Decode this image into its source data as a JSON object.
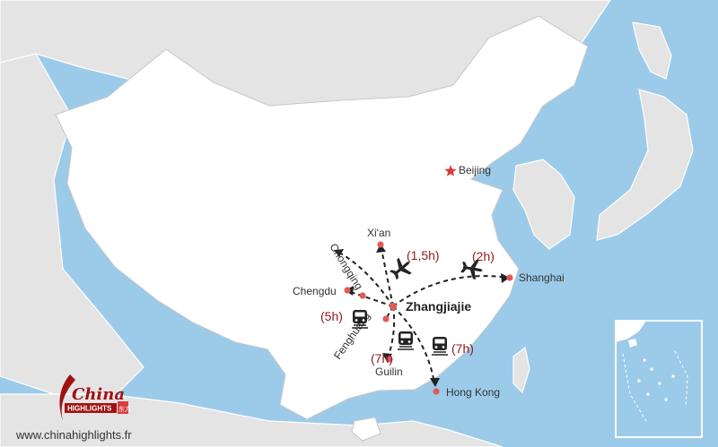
{
  "map": {
    "hub": {
      "name": "Zhangjiajie"
    },
    "capital": {
      "name": "Beijing"
    },
    "cities": {
      "xian": "Xi'an",
      "chongqing": "Chongqing",
      "chengdu": "Chengdu",
      "fenghuang": "Fenghuang",
      "guilin": "Guilin",
      "hongkong": "Hong Kong",
      "shanghai": "Shanghai"
    },
    "durations": {
      "xian_flight": "(1,5h)",
      "shanghai_flight": "(2h)",
      "chengdu_train": "(5h)",
      "guilin_train": "(7h)",
      "hongkong_train": "(7h)"
    },
    "transport_icons": [
      "airplane-icon",
      "train-icon"
    ],
    "colors": {
      "sea": "#9ccbe9",
      "china": "#ffffff",
      "neighbors": "#e4e4e4",
      "city_dot": "#e05a5a",
      "capital_star": "#d93d3d",
      "duration_text": "#8b1a1a",
      "route": "#222222"
    }
  },
  "branding": {
    "logo_text": "China",
    "logo_sub": "HIGHLIGHTS",
    "logo_seal": "东方",
    "website": "www.chinahighlights.fr"
  }
}
